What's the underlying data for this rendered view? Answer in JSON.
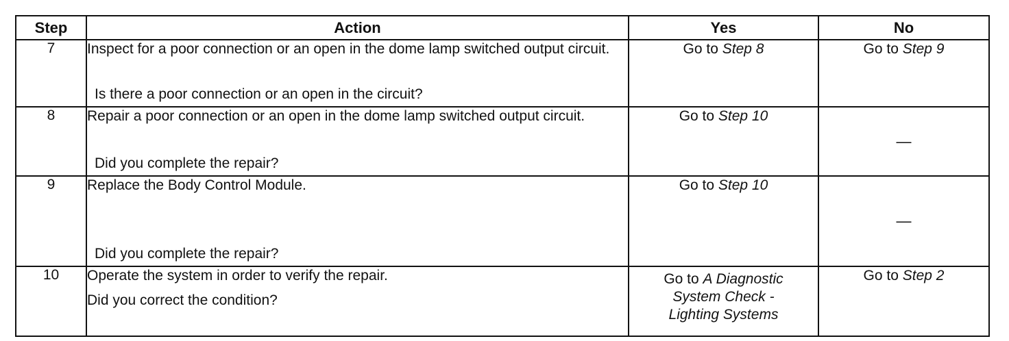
{
  "headers": {
    "step": "Step",
    "action": "Action",
    "yes": "Yes",
    "no": "No"
  },
  "rows": [
    {
      "step": "7",
      "action": "Inspect for a poor connection or an open in the dome lamp switched output circuit.",
      "question": "Is there a poor connection or an open in the circuit?",
      "yes_prefix": "Go to ",
      "yes_ref": "Step 8",
      "no_prefix": "Go to ",
      "no_ref": "Step 9"
    },
    {
      "step": "8",
      "action": "Repair a poor connection or an open in the dome lamp switched output circuit.",
      "question": "Did you complete the repair?",
      "yes_prefix": "Go to ",
      "yes_ref": "Step 10",
      "no_dash": "—"
    },
    {
      "step": "9",
      "action": "Replace the Body Control Module.",
      "question": "Did you complete the repair?",
      "yes_prefix": "Go to ",
      "yes_ref": "Step 10",
      "no_dash": "—"
    },
    {
      "step": "10",
      "action": "Operate the system in order to verify the repair.",
      "question": "Did you correct the condition?",
      "yes_prefix": "Go to ",
      "yes_ref_line1": "A Diagnostic",
      "yes_ref_line2": "System Check -",
      "yes_ref_line3": "Lighting Systems",
      "no_prefix": "Go to ",
      "no_ref": "Step 2"
    }
  ]
}
